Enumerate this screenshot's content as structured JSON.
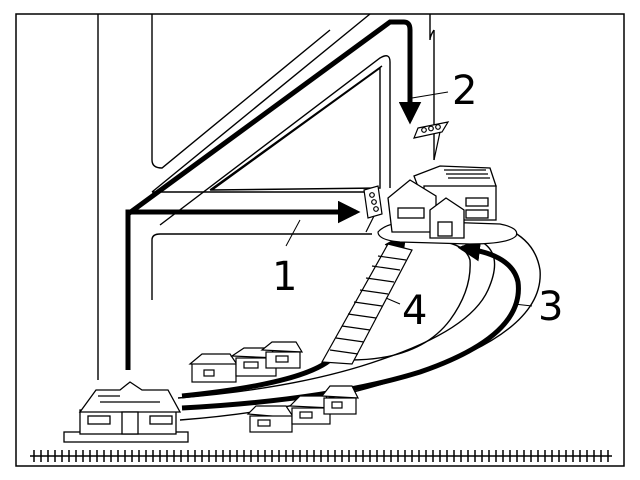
{
  "routes": [
    {
      "id": "route-1",
      "label": "1"
    },
    {
      "id": "route-2",
      "label": "2"
    },
    {
      "id": "route-3",
      "label": "3"
    },
    {
      "id": "route-4",
      "label": "4"
    }
  ],
  "colors": {
    "ink": "#000000",
    "paper": "#ffffff"
  }
}
